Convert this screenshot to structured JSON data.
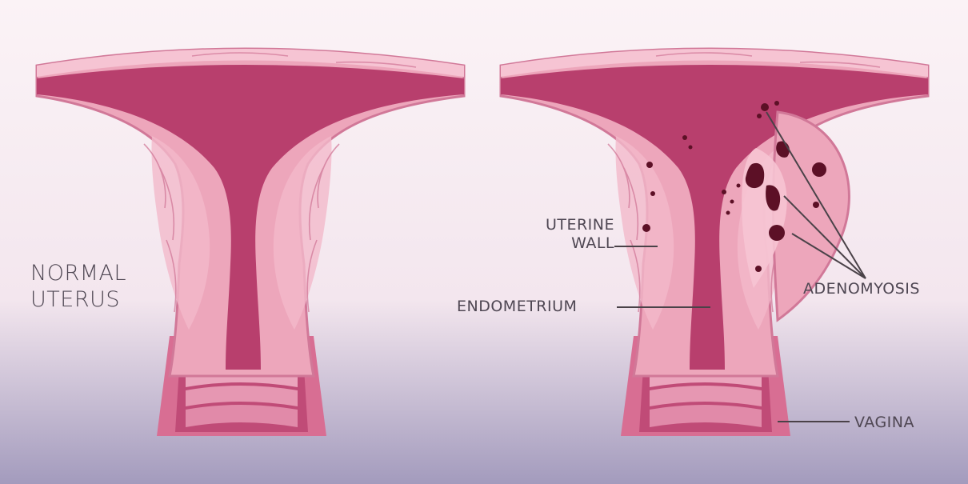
{
  "labels": {
    "normal_uterus": [
      "NORMAL",
      "UTERUS"
    ],
    "uterine_wall": [
      "UTERINE",
      "WALL"
    ],
    "endometrium": "ENDOMETRIUM",
    "adenomyosis": "ADENOMYOSIS",
    "vagina": "VAGINA"
  },
  "colors": {
    "background_top": "#fbf3f6",
    "background_bottom": "#a39bbd",
    "myometrium": "#eda6bb",
    "myometrium_outline": "#d17898",
    "endometrium": "#b83f6d",
    "lesion": "#5c1026",
    "label_text": "#4f4753",
    "leader_line": "#4a4248"
  }
}
